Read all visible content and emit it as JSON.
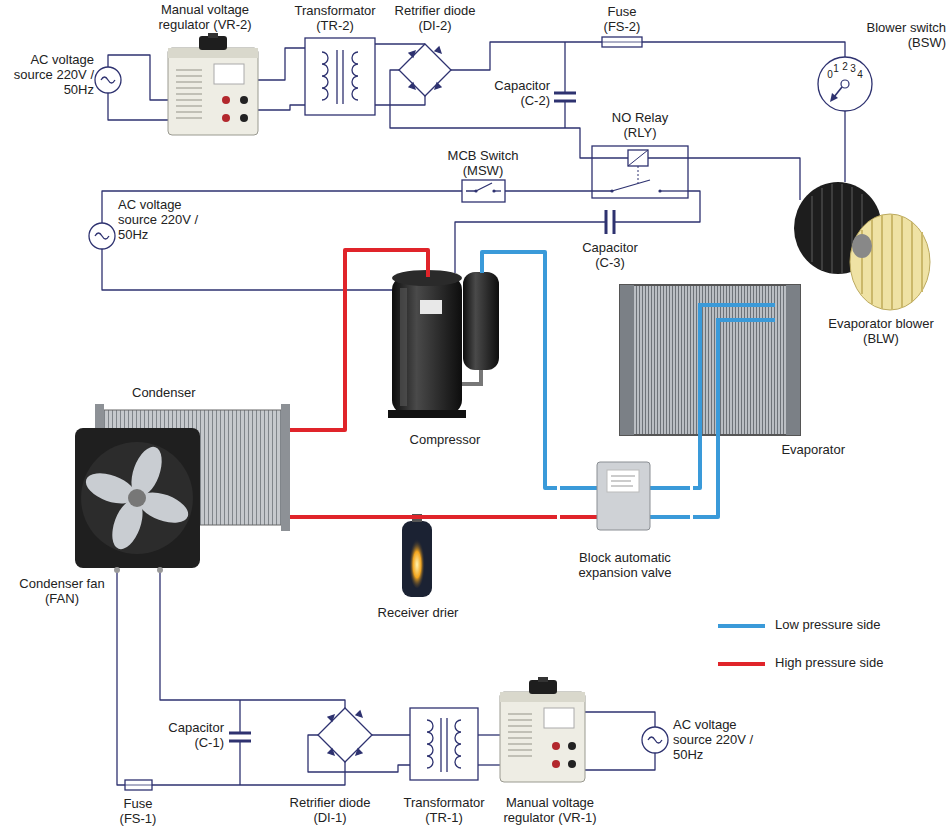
{
  "diagram": {
    "nodes": [
      {
        "text": [
          "Compressor"
        ]
      },
      {
        "text": [
          "Condenser"
        ]
      },
      {
        "text": [
          "Receiver drier"
        ]
      },
      {
        "text": [
          "Block automatic expansion valve"
        ]
      },
      {
        "text": [
          "Evaporator"
        ]
      }
    ],
    "edges": [
      {
        "from": 0,
        "to": 1,
        "arrow": "none"
      },
      {
        "from": 1,
        "to": 2,
        "arrow": "none"
      },
      {
        "from": 2,
        "to": 3,
        "arrow": "none"
      },
      {
        "from": 3,
        "to": 4,
        "arrow": "none"
      },
      {
        "from": 4,
        "to": 3,
        "arrow": "none"
      },
      {
        "from": 3,
        "to": 0,
        "arrow": "none"
      }
    ],
    "labels": [
      "Manual voltage regulator (VR-2)",
      "Transformator (TR-2)",
      "Retrifier diode (DI-2)",
      "Capacitor (C-2)",
      "Fuse (FS-2)",
      "Blower switch (BSW)",
      "0",
      "1",
      "2",
      "3",
      "4",
      "AC voltage source 220V / 50Hz",
      "NO Relay (RLY)",
      "MCB Switch (MSW)",
      "AC voltage source 220V / 50Hz",
      "Capacitor (C-3)",
      "Evaporator blower (BLW)",
      "Condenser fan (FAN)",
      "Capacitor (C-1)",
      "Fuse (FS-1)",
      "Retrifier diode (DI-1)",
      "Transformator (TR-1)",
      "Manual voltage regulator (VR-1)",
      "AC voltage source 220V / 50Hz"
    ],
    "legend": [
      {
        "text": "Low pressure side",
        "color": "#3a9ad9"
      },
      {
        "text": "High pressure side",
        "color": "#e0242a"
      }
    ]
  }
}
